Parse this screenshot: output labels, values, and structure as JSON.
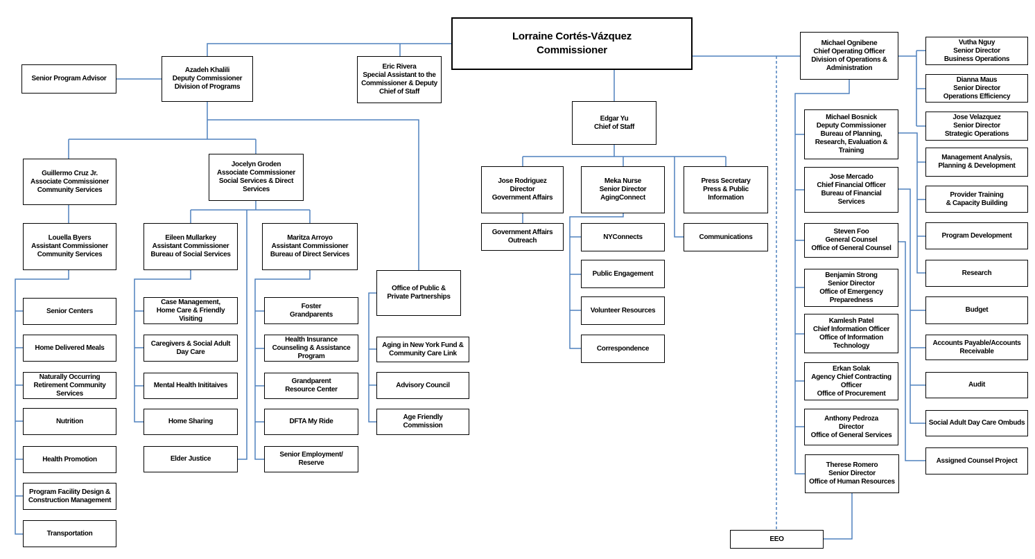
{
  "colors": {
    "connector": "#4f81bd",
    "box_border": "#000000",
    "text": "#000000",
    "background": "#ffffff"
  },
  "nodes": {
    "commissioner": "Lorraine Cortés-Vázquez\nCommissioner",
    "senior_program_advisor": "Senior Program Advisor",
    "azadeh_khalili": "Azadeh Khalili\nDeputy Commissioner\nDivision of Programs",
    "eric_rivera": "Eric Rivera\nSpecial Assistant to the\nCommissioner & Deputy\nChief of Staff",
    "edgar_yu": "Edgar Yu\nChief of Staff",
    "jose_rodriguez": "Jose Rodriguez\nDirector\nGovernment Affairs",
    "meka_nurse": "Meka Nurse\nSenior Director\nAgingConnect",
    "press_secretary": "Press Secretary\nPress & Public\nInformation",
    "govt_affairs_outreach": "Government Affairs\nOutreach",
    "nyconnects": "NYConnects",
    "communications": "Communications",
    "public_engagement": "Public Engagement",
    "volunteer_resources": "Volunteer Resources",
    "correspondence": "Correspondence",
    "guillermo_cruz": "Guillermo Cruz Jr.\nAssociate Commissioner\nCommunity Services",
    "jocelyn_groden": "Jocelyn Groden\nAssociate Commissioner\nSocial Services & Direct\nServices",
    "louella_byers": "Louella Byers\nAssistant Commissioner\nCommunity Services",
    "eileen_mullarkey": "Eileen Mullarkey\nAssistant Commissioner\nBureau of Social Services",
    "maritza_arroyo": "Maritza Arroyo\nAssistant Commissioner\nBureau of Direct Services",
    "senior_centers": "Senior Centers",
    "home_delivered_meals": "Home Delivered Meals",
    "norc_services": "Naturally Occurring\nRetirement Community\nServices",
    "nutrition": "Nutrition",
    "health_promotion": "Health Promotion",
    "program_facility": "Program Facility Design &\nConstruction Management",
    "transportation": "Transportation",
    "case_management": "Case Management,\nHome Care & Friendly\nVisiting",
    "caregivers": "Caregivers & Social Adult\nDay Care",
    "mental_health": "Mental Health Inititaives",
    "home_sharing": "Home Sharing",
    "elder_justice": "Elder Justice",
    "foster_grandparents": "Foster\nGrandparents",
    "health_insurance": "Health Insurance\nCounseling & Assistance\nProgram",
    "grandparent_resource": "Grandparent\nResource Center",
    "dfta_my_ride": "DFTA My Ride",
    "senior_employment": "Senior Employment/\nReserve",
    "public_private": "Office of Public &\nPrivate Partnerships",
    "aging_ny_fund": "Aging in New York Fund &\nCommunity Care Link",
    "advisory_council": "Advisory Council",
    "age_friendly": "Age Friendly\nCommission",
    "michael_ognibene": "Michael Ognibene\nChief Operating Officer\nDivision of Operations &\nAdministration",
    "michael_bosnick": "Michael Bosnick\nDeputy Commissioner\nBureau of Planning,\nResearch, Evaluation &\nTraining",
    "jose_mercado": "Jose Mercado\nChief Financial Officer\nBureau of Financial\nServices",
    "steven_foo": "Steven Foo\nGeneral Counsel\nOffice of General Counsel",
    "benjamin_strong": "Benjamin Strong\nSenior Director\nOffice of Emergency\nPreparedness",
    "kamlesh_patel": "Kamlesh Patel\nChief Information Officer\nOffice of Information\nTechnology",
    "erkan_solak": "Erkan Solak\nAgency Chief Contracting\nOfficer\nOffice of Procurement",
    "anthony_pedroza": "Anthony Pedroza\nDirector\nOffice of General Services",
    "therese_romero": "Therese Romero\nSenior Director\nOffice of Human Resources",
    "eeo": "EEO",
    "vutha_nguy": "Vutha Nguy\nSenior Director\nBusiness Operations",
    "dianna_maus": "Dianna Maus\nSenior Director\nOperations Efficiency",
    "jose_velazquez": "Jose Velazquez\nSenior Director\nStrategic Operations",
    "mgmt_analysis": "Management Analysis,\nPlanning & Development",
    "provider_training": "Provider Training\n& Capacity Building",
    "program_development": "Program Development",
    "research": "Research",
    "budget": "Budget",
    "accounts_payable": "Accounts Payable/Accounts\nReceivable",
    "audit": "Audit",
    "sadc_ombuds": "Social Adult Day Care Ombuds",
    "assigned_counsel": "Assigned Counsel Project"
  },
  "edges": [
    [
      "commissioner",
      "azadeh_khalili"
    ],
    [
      "commissioner",
      "eric_rivera"
    ],
    [
      "commissioner",
      "edgar_yu"
    ],
    [
      "commissioner",
      "michael_ognibene"
    ],
    [
      "commissioner",
      "eeo",
      "dashed"
    ],
    [
      "senior_program_advisor",
      "azadeh_khalili"
    ],
    [
      "azadeh_khalili",
      "guillermo_cruz"
    ],
    [
      "azadeh_khalili",
      "jocelyn_groden"
    ],
    [
      "azadeh_khalili",
      "public_private"
    ],
    [
      "guillermo_cruz",
      "louella_byers"
    ],
    [
      "louella_byers",
      "senior_centers"
    ],
    [
      "louella_byers",
      "home_delivered_meals"
    ],
    [
      "louella_byers",
      "norc_services"
    ],
    [
      "louella_byers",
      "nutrition"
    ],
    [
      "louella_byers",
      "health_promotion"
    ],
    [
      "louella_byers",
      "program_facility"
    ],
    [
      "louella_byers",
      "transportation"
    ],
    [
      "jocelyn_groden",
      "eileen_mullarkey"
    ],
    [
      "jocelyn_groden",
      "maritza_arroyo"
    ],
    [
      "jocelyn_groden",
      "elder_justice"
    ],
    [
      "eileen_mullarkey",
      "case_management"
    ],
    [
      "eileen_mullarkey",
      "caregivers"
    ],
    [
      "eileen_mullarkey",
      "mental_health"
    ],
    [
      "eileen_mullarkey",
      "home_sharing"
    ],
    [
      "maritza_arroyo",
      "foster_grandparents"
    ],
    [
      "maritza_arroyo",
      "health_insurance"
    ],
    [
      "maritza_arroyo",
      "grandparent_resource"
    ],
    [
      "maritza_arroyo",
      "dfta_my_ride"
    ],
    [
      "maritza_arroyo",
      "senior_employment"
    ],
    [
      "public_private",
      "aging_ny_fund"
    ],
    [
      "public_private",
      "advisory_council"
    ],
    [
      "public_private",
      "age_friendly"
    ],
    [
      "edgar_yu",
      "jose_rodriguez"
    ],
    [
      "edgar_yu",
      "meka_nurse"
    ],
    [
      "edgar_yu",
      "press_secretary"
    ],
    [
      "edgar_yu",
      "communications"
    ],
    [
      "jose_rodriguez",
      "govt_affairs_outreach"
    ],
    [
      "meka_nurse",
      "nyconnects"
    ],
    [
      "meka_nurse",
      "public_engagement"
    ],
    [
      "meka_nurse",
      "volunteer_resources"
    ],
    [
      "meka_nurse",
      "correspondence"
    ],
    [
      "michael_ognibene",
      "vutha_nguy"
    ],
    [
      "michael_ognibene",
      "dianna_maus"
    ],
    [
      "michael_ognibene",
      "jose_velazquez"
    ],
    [
      "michael_ognibene",
      "michael_bosnick"
    ],
    [
      "michael_ognibene",
      "jose_mercado"
    ],
    [
      "michael_ognibene",
      "steven_foo"
    ],
    [
      "michael_ognibene",
      "benjamin_strong"
    ],
    [
      "michael_ognibene",
      "kamlesh_patel"
    ],
    [
      "michael_ognibene",
      "erkan_solak"
    ],
    [
      "michael_ognibene",
      "anthony_pedroza"
    ],
    [
      "michael_ognibene",
      "therese_romero"
    ],
    [
      "michael_bosnick",
      "mgmt_analysis"
    ],
    [
      "michael_bosnick",
      "provider_training"
    ],
    [
      "michael_bosnick",
      "program_development"
    ],
    [
      "michael_bosnick",
      "research"
    ],
    [
      "jose_mercado",
      "budget"
    ],
    [
      "jose_mercado",
      "accounts_payable"
    ],
    [
      "jose_mercado",
      "audit"
    ],
    [
      "jose_mercado",
      "sadc_ombuds"
    ],
    [
      "steven_foo",
      "assigned_counsel"
    ],
    [
      "therese_romero",
      "eeo"
    ]
  ]
}
